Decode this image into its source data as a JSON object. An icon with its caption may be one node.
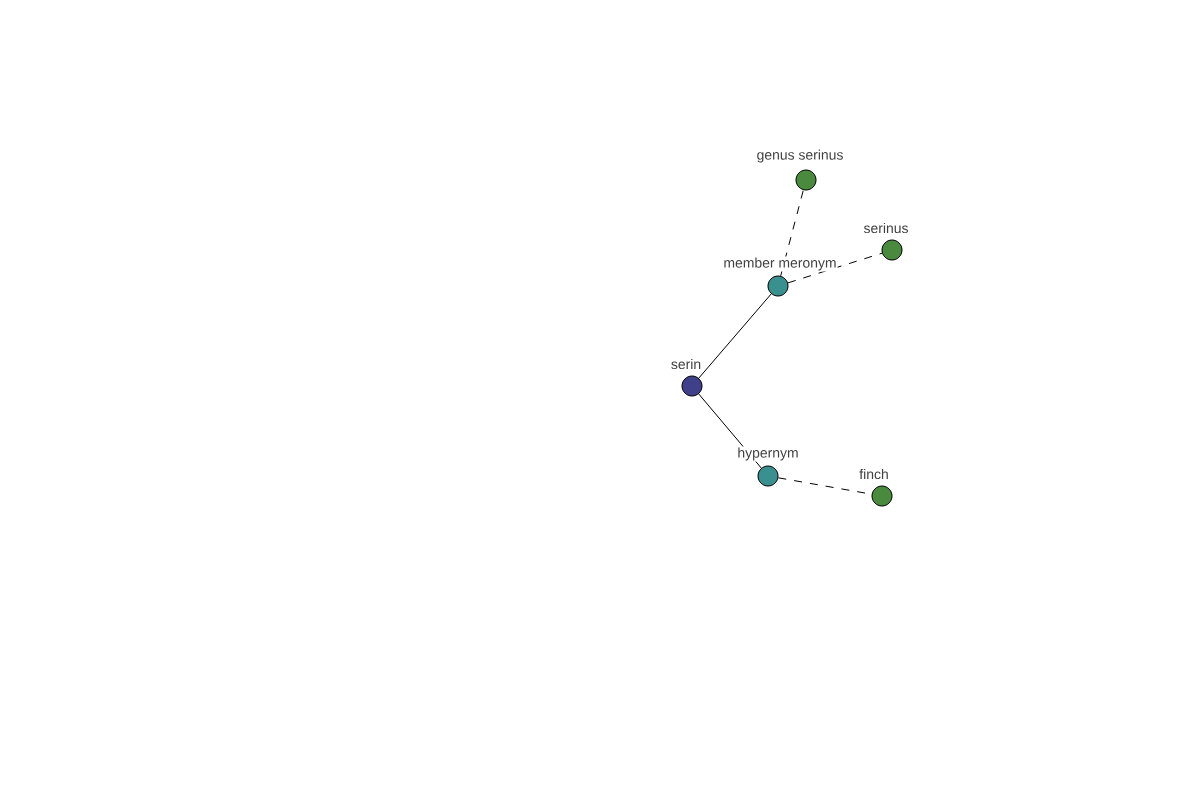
{
  "diagram": {
    "nodes": [
      {
        "text": [],
        "shape": "circle",
        "beside": [
          "serin"
        ]
      },
      {
        "text": [],
        "shape": "circle",
        "beside": [
          "member meronym"
        ]
      },
      {
        "text": [],
        "shape": "circle",
        "beside": [
          "genus serinus"
        ]
      },
      {
        "text": [],
        "shape": "circle",
        "beside": [
          "serinus"
        ]
      },
      {
        "text": [],
        "shape": "circle",
        "beside": [
          "hypernym"
        ]
      },
      {
        "text": [],
        "shape": "circle",
        "beside": [
          "finch"
        ]
      }
    ],
    "edges": [
      {
        "from": 0,
        "to": 1,
        "arrow": "none"
      },
      {
        "from": 1,
        "to": 2,
        "arrow": "none",
        "style": "dashed"
      },
      {
        "from": 1,
        "to": 3,
        "arrow": "none",
        "style": "dashed"
      },
      {
        "from": 0,
        "to": 4,
        "arrow": "none"
      },
      {
        "from": 4,
        "to": 5,
        "arrow": "none",
        "style": "dashed"
      }
    ]
  }
}
